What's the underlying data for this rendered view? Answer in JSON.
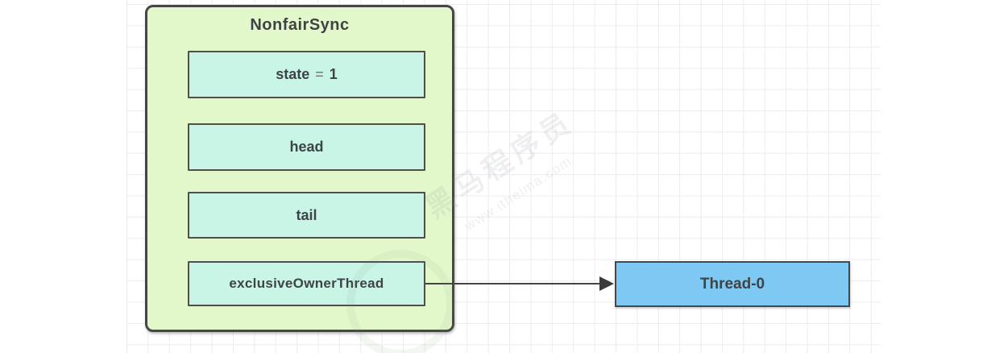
{
  "diagram": {
    "sync_box": {
      "title": "NonfairSync",
      "state_field": {
        "name": "state",
        "operator": "=",
        "value": "1"
      },
      "head_field": "head",
      "tail_field": "tail",
      "owner_field": "exclusiveOwnerThread"
    },
    "thread_box": {
      "label": "Thread-0"
    }
  },
  "watermark": {
    "brand": "黑马程序员",
    "url": "www.itheima.com"
  },
  "colors": {
    "container_fill": "#e3f8ca",
    "field_fill": "#c8f5e5",
    "thread_fill": "#7ec9f3",
    "border_dark": "#474747",
    "text_dark": "#3e4347",
    "operator_gray": "#6d7478",
    "grid_line": "#ececf0"
  }
}
